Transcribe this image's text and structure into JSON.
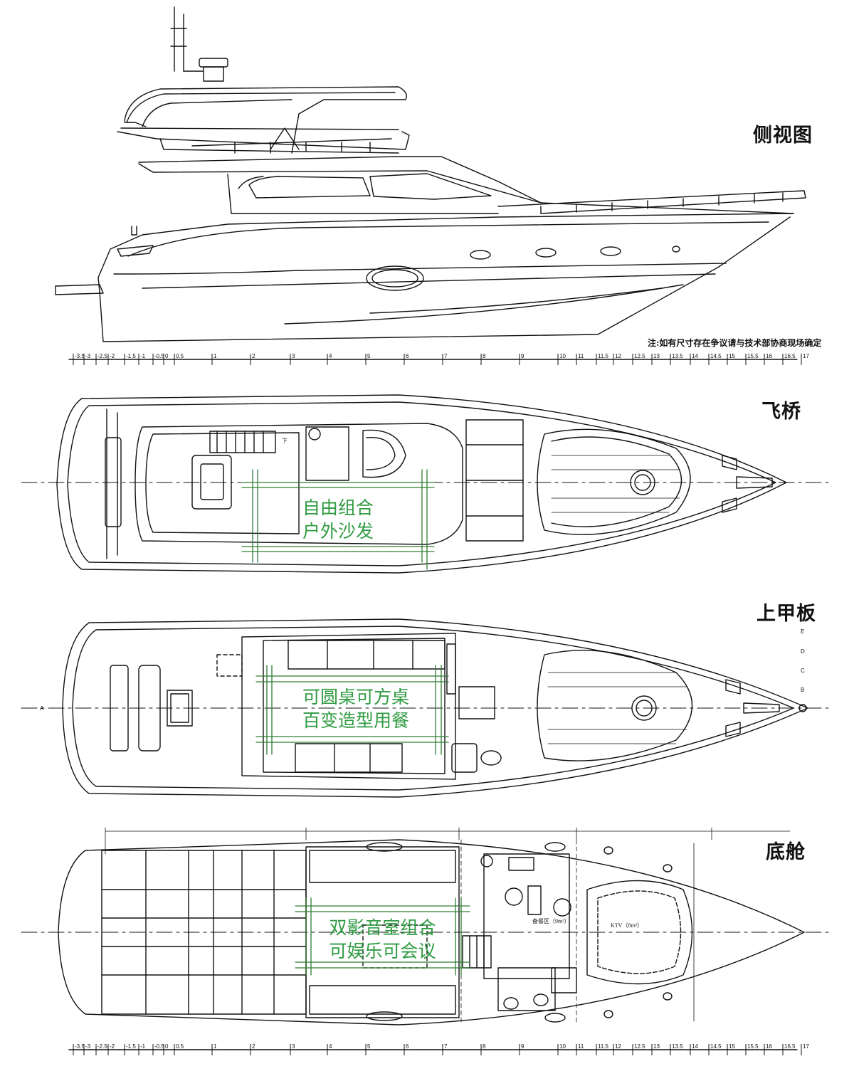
{
  "titles": {
    "side_view": "侧视图",
    "flybridge": "飞桥",
    "upper_deck": "上甲板",
    "lower_deck": "底舱"
  },
  "note": "注:如有尺寸存在争议请与技术部协商现场确定",
  "callouts": {
    "flybridge": [
      "自由组合",
      "户外沙发"
    ],
    "upper_deck": [
      "可圆桌可方桌",
      "百变造型用餐"
    ],
    "lower_deck": [
      "双影音室组合",
      "可娱乐可会议"
    ]
  },
  "ruler_labels": [
    "-3.5",
    "-3",
    "-2.5",
    "-2",
    "-1.5",
    "-1",
    "-0.5",
    "0",
    "0.5",
    "1",
    "2",
    "3",
    "4",
    "5",
    "6",
    "7",
    "8",
    "9",
    "10",
    "11",
    "11.5",
    "12",
    "12.5",
    "13",
    "13.5",
    "14",
    "14.5",
    "15",
    "15.5",
    "16",
    "16.5",
    "17"
  ],
  "room_labels": {
    "dining": "备餐区（9m²）",
    "ktv": "KTV（8m²）",
    "stair_down": "下"
  },
  "section_markers": [
    "E",
    "D",
    "C",
    "B",
    "A"
  ],
  "colors": {
    "line": "#111111",
    "callout_green": "#2f9b42",
    "callout_frame": "#2e7d32"
  }
}
